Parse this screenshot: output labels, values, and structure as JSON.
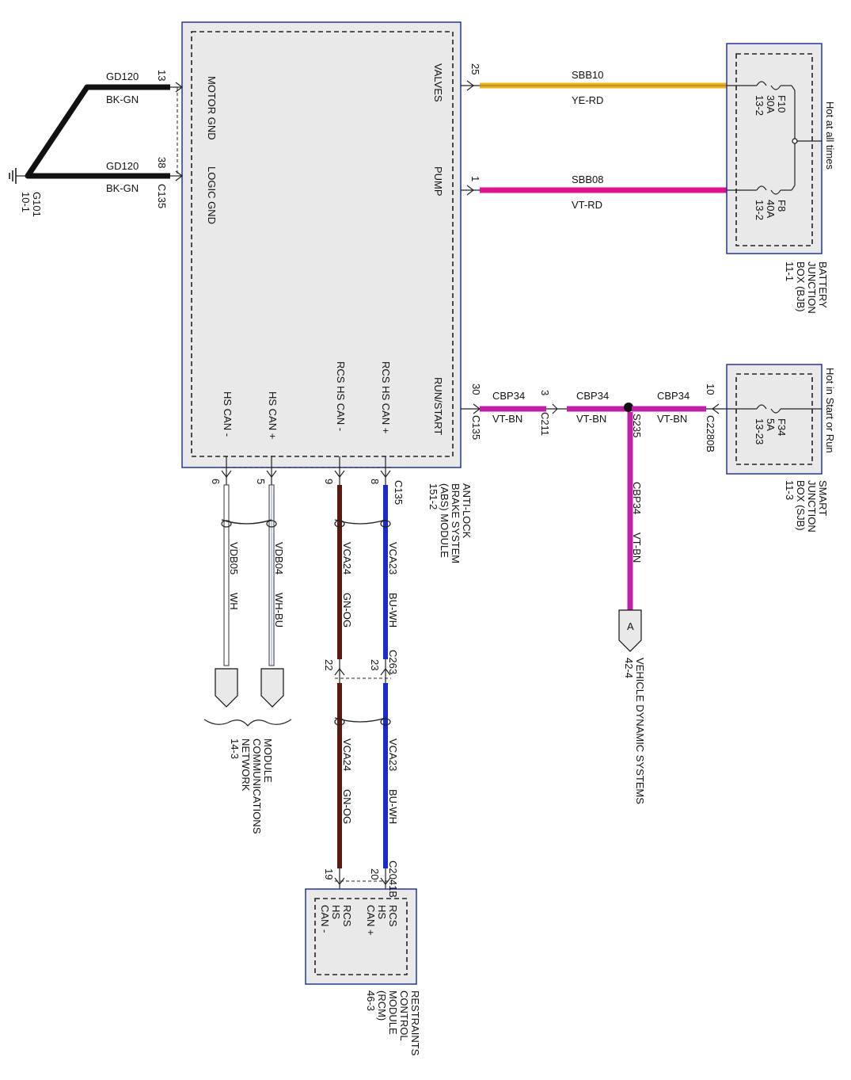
{
  "abs_module": {
    "name_lines": [
      "ANTI-LOCK",
      "BRAKE SYSTEM",
      "(ABS) MODULE",
      "151-2"
    ],
    "pins": {
      "motor_gnd": "MOTOR GND",
      "logic_gnd": "LOGIC GND",
      "valves": "VALVES",
      "pump": "PUMP",
      "run_start": "RUN/START",
      "rcs_hs_can_plus": "RCS HS CAN +",
      "rcs_hs_can_minus": "RCS HS CAN -",
      "hs_can_plus": "HS CAN +",
      "hs_can_minus": "HS CAN -"
    },
    "connector": "C135"
  },
  "ground": {
    "id": "G101",
    "ref": "10-1",
    "wire_top": {
      "circuit": "GD120",
      "color": "BK-GN",
      "pin": "13"
    },
    "wire_bottom": {
      "circuit": "GD120",
      "color": "BK-GN",
      "pin": "38",
      "connector": "C135"
    }
  },
  "valves_wire": {
    "pin": "25",
    "circuit": "SBB10",
    "color": "YE-RD"
  },
  "pump_wire": {
    "pin": "1",
    "circuit": "SBB08",
    "color": "VT-RD"
  },
  "bjb": {
    "name_lines": [
      "BATTERY",
      "JUNCTION",
      "BOX (BJB)",
      "11-1"
    ],
    "hot_label": "Hot at all times",
    "fuse_f10": [
      "F10",
      "30A",
      "13-2"
    ],
    "fuse_f8": [
      "F8",
      "40A",
      "13-2"
    ]
  },
  "run_start_circuit": {
    "pin_abs": "30",
    "conn_abs": "C135",
    "seg1": {
      "circuit": "CBP34",
      "color": "VT-BN"
    },
    "pin_c211": "3",
    "conn_c211": "C211",
    "seg2": {
      "circuit": "CBP34",
      "color": "VT-BN"
    },
    "splice": "S235",
    "seg3": {
      "circuit": "CBP34",
      "color": "VT-BN"
    },
    "pin_sjb": "10",
    "conn_sjb": "C2280B",
    "drop": {
      "circuit": "CBP34",
      "color": "VT-BN"
    }
  },
  "sjb": {
    "name_lines": [
      "SMART",
      "JUNCTION",
      "BOX (SJB)",
      "11-3"
    ],
    "hot_label": "Hot in Start or Run",
    "fuse_f34": [
      "F34",
      "5A",
      "13-23"
    ]
  },
  "vds": {
    "letter": "A",
    "name_lines": [
      "VEHICLE DYNAMIC SYSTEMS",
      "42-4"
    ]
  },
  "can_wires": {
    "hs_minus": {
      "pin": "6",
      "circuit": "VDB05",
      "color": "WH"
    },
    "hs_plus": {
      "pin": "5",
      "circuit": "VDB04",
      "color": "WH-BU"
    },
    "rcs_minus": {
      "pin": "9",
      "circuit": "VCA24",
      "color": "GN-OG"
    },
    "rcs_plus": {
      "pin": "8",
      "circuit": "VCA23",
      "color": "BU-WH"
    },
    "conn_c135": "C135"
  },
  "c263": {
    "connector": "C263",
    "pin_plus": "23",
    "pin_minus": "22"
  },
  "lower_wires": {
    "rcs_minus": {
      "circuit": "VCA24",
      "color": "GN-OG"
    },
    "rcs_plus": {
      "circuit": "VCA23",
      "color": "BU-WH"
    }
  },
  "rcm": {
    "connector": "C2041B",
    "pin_plus": "20",
    "pin_minus": "19",
    "pin_plus_label": [
      "RCS",
      "HS",
      "CAN +"
    ],
    "pin_minus_label": [
      "RCS",
      "HS",
      "CAN -"
    ],
    "name_lines": [
      "RESTRAINTS",
      "CONTROL",
      "MODULE",
      "(RCM)",
      "46-3"
    ]
  },
  "mcn": {
    "name_lines": [
      "MODULE",
      "COMMUNICATIONS",
      "NETWORK",
      "14-3"
    ]
  },
  "colors": {
    "ground_wire": "#111111",
    "valves_wire": "#e6b422",
    "pump_wire": "#e0148a",
    "vt_bn_wire": "#c020a8",
    "gn_og_wire": "#5a1a12",
    "bu_wh_wire": "#1a2acc",
    "box_border": "#2233aa",
    "box_fill": "#e9e9e9"
  }
}
